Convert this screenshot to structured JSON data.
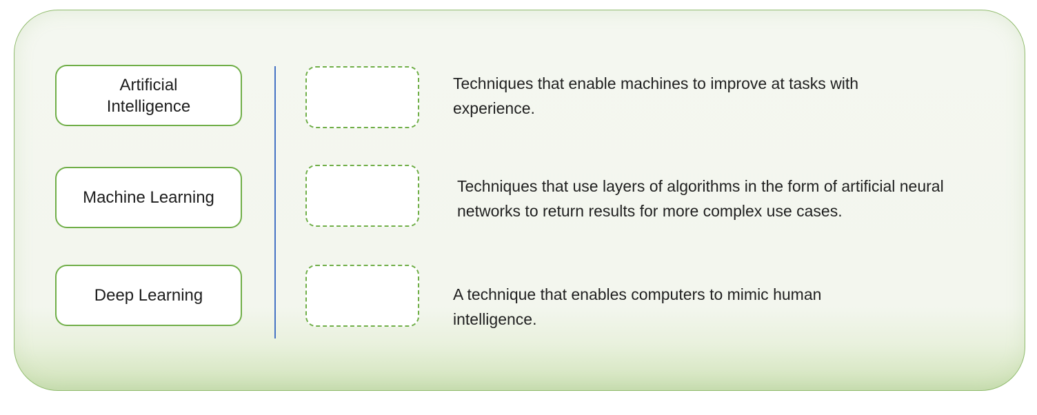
{
  "activity": {
    "terms": [
      {
        "label": "Artificial Intelligence"
      },
      {
        "label": "Machine Learning"
      },
      {
        "label": "Deep Learning"
      }
    ],
    "drop_zones": [
      {
        "name": "drop-zone-1",
        "value": ""
      },
      {
        "name": "drop-zone-2",
        "value": ""
      },
      {
        "name": "drop-zone-3",
        "value": ""
      }
    ],
    "definitions": [
      {
        "text": "Techniques that enable machines to improve at tasks with experience."
      },
      {
        "text": "Techniques that use layers of algorithms in the form of artificial neural networks to return results for more complex use cases."
      },
      {
        "text": "A technique that enables computers to mimic human intelligence."
      }
    ],
    "colors": {
      "card_border_green": "#6fae47",
      "dashed_border_green": "#6fae47",
      "panel_border_green": "#8fbb6c",
      "divider_blue": "#4472c4",
      "panel_background": "#f3f6ee",
      "panel_bottom_glow": "#cbdfb5",
      "text": "#1f1f1f"
    }
  }
}
